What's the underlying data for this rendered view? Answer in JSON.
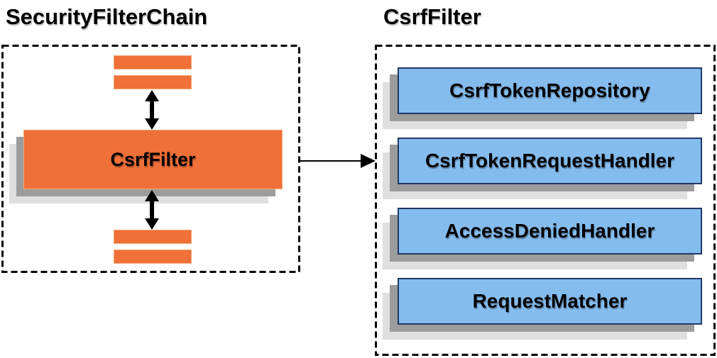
{
  "left_panel": {
    "title": "SecurityFilterChain",
    "filter_label": "CsrfFilter"
  },
  "right_panel": {
    "title": "CsrfFilter",
    "components": [
      "CsrfTokenRepository",
      "CsrfTokenRequestHandler",
      "AccessDeniedHandler",
      "RequestMatcher"
    ]
  },
  "colors": {
    "orange": "#EF7038",
    "orange_edge": "#F6A976",
    "blue_fill": "#85BCEE",
    "blue_border": "#1F3864",
    "shadow_dark": "#9C9C9C",
    "shadow_light": "#DFDFDF",
    "arrow": "#000000"
  },
  "icons": {
    "vertical_double_arrow": "double-arrow-icon",
    "flow_arrow": "flow-arrow-icon"
  }
}
